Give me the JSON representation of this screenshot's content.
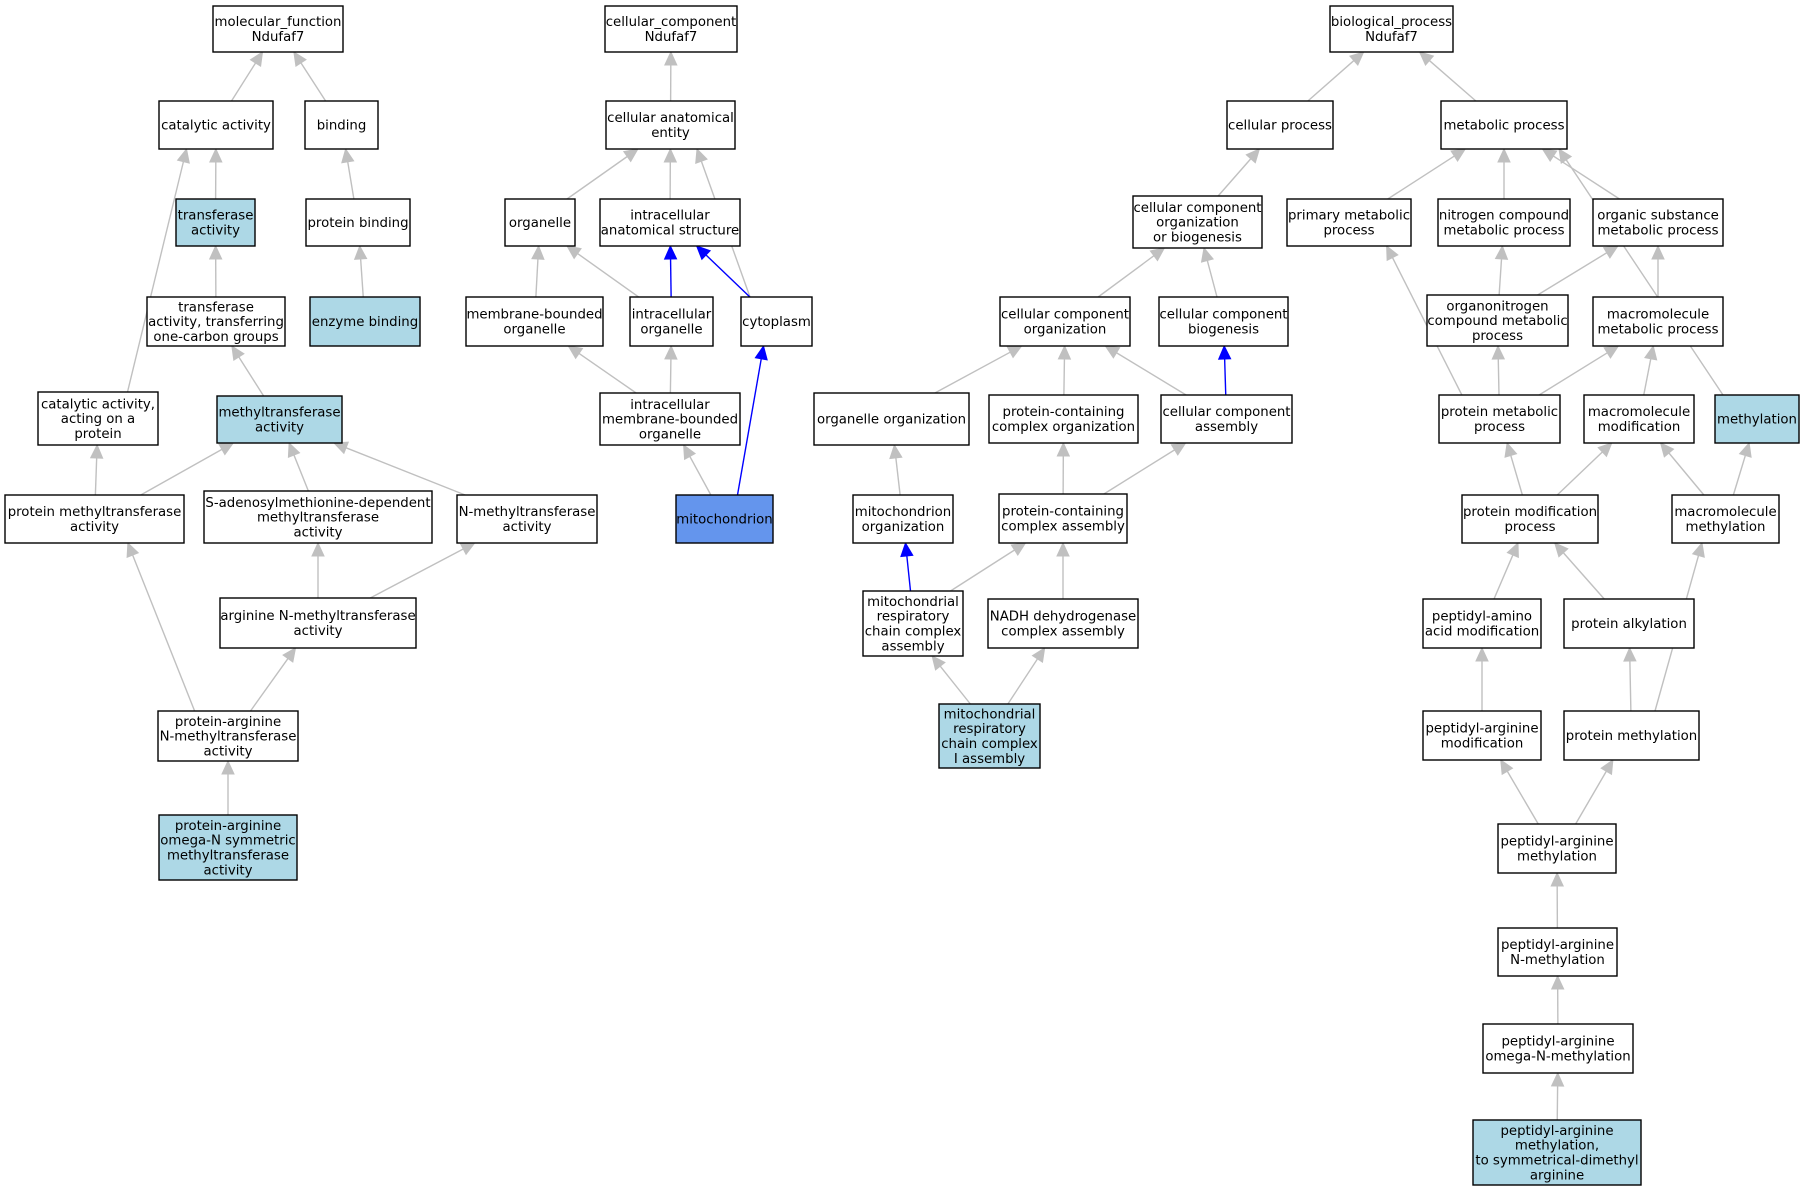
{
  "colors": {
    "edge_gray": "#c0c0c0",
    "edge_blue": "#0000ff",
    "node_default": "#ffffff",
    "node_highlight": "#add8e6",
    "node_focus": "#6495ed"
  },
  "nodes": [
    {
      "id": "mf_root",
      "lines": [
        "molecular_function",
        "Ndufaf7"
      ],
      "fill": "white"
    },
    {
      "id": "catalytic",
      "lines": [
        "catalytic activity"
      ],
      "fill": "white"
    },
    {
      "id": "binding",
      "lines": [
        "binding"
      ],
      "fill": "white"
    },
    {
      "id": "transferase",
      "lines": [
        "transferase",
        "activity"
      ],
      "fill": "highlight"
    },
    {
      "id": "protein_binding",
      "lines": [
        "protein binding"
      ],
      "fill": "white"
    },
    {
      "id": "transferase_1c",
      "lines": [
        "transferase",
        "activity, transferring",
        "one-carbon groups"
      ],
      "fill": "white"
    },
    {
      "id": "enzyme_binding",
      "lines": [
        "enzyme binding"
      ],
      "fill": "highlight"
    },
    {
      "id": "catalytic_protein",
      "lines": [
        "catalytic activity,",
        "acting on a",
        "protein"
      ],
      "fill": "white"
    },
    {
      "id": "methyltransferase",
      "lines": [
        "methyltransferase",
        "activity"
      ],
      "fill": "highlight"
    },
    {
      "id": "protein_mt",
      "lines": [
        "protein methyltransferase",
        "activity"
      ],
      "fill": "white"
    },
    {
      "id": "sam_mt",
      "lines": [
        "S-adenosylmethionine-dependent",
        "methyltransferase",
        "activity"
      ],
      "fill": "white"
    },
    {
      "id": "n_mt",
      "lines": [
        "N-methyltransferase",
        "activity"
      ],
      "fill": "white"
    },
    {
      "id": "arg_nmt",
      "lines": [
        "arginine N-methyltransferase",
        "activity"
      ],
      "fill": "white"
    },
    {
      "id": "prot_arg_nmt",
      "lines": [
        "protein-arginine",
        "N-methyltransferase",
        "activity"
      ],
      "fill": "white"
    },
    {
      "id": "prot_arg_omega",
      "lines": [
        "protein-arginine",
        "omega-N symmetric",
        "methyltransferase",
        "activity"
      ],
      "fill": "highlight"
    },
    {
      "id": "cc_root",
      "lines": [
        "cellular_component",
        "Ndufaf7"
      ],
      "fill": "white"
    },
    {
      "id": "cell_anat",
      "lines": [
        "cellular anatomical",
        "entity"
      ],
      "fill": "white"
    },
    {
      "id": "organelle",
      "lines": [
        "organelle"
      ],
      "fill": "white"
    },
    {
      "id": "intra_anat",
      "lines": [
        "intracellular",
        "anatomical structure"
      ],
      "fill": "white"
    },
    {
      "id": "mem_org",
      "lines": [
        "membrane-bounded",
        "organelle"
      ],
      "fill": "white"
    },
    {
      "id": "intra_org",
      "lines": [
        "intracellular",
        "organelle"
      ],
      "fill": "white"
    },
    {
      "id": "cytoplasm",
      "lines": [
        "cytoplasm"
      ],
      "fill": "white"
    },
    {
      "id": "intra_mem_org",
      "lines": [
        "intracellular",
        "membrane-bounded",
        "organelle"
      ],
      "fill": "white"
    },
    {
      "id": "mitochondrion",
      "lines": [
        "mitochondrion"
      ],
      "fill": "focus"
    },
    {
      "id": "bp_root",
      "lines": [
        "biological_process",
        "Ndufaf7"
      ],
      "fill": "white"
    },
    {
      "id": "cell_proc",
      "lines": [
        "cellular process"
      ],
      "fill": "white"
    },
    {
      "id": "metab_proc",
      "lines": [
        "metabolic process"
      ],
      "fill": "white"
    },
    {
      "id": "ccob",
      "lines": [
        "cellular component",
        "organization",
        "or biogenesis"
      ],
      "fill": "white"
    },
    {
      "id": "primary_metab",
      "lines": [
        "primary metabolic",
        "process"
      ],
      "fill": "white"
    },
    {
      "id": "nitrogen_metab",
      "lines": [
        "nitrogen compound",
        "metabolic process"
      ],
      "fill": "white"
    },
    {
      "id": "organic_metab",
      "lines": [
        "organic substance",
        "metabolic process"
      ],
      "fill": "white"
    },
    {
      "id": "cc_org",
      "lines": [
        "cellular component",
        "organization"
      ],
      "fill": "white"
    },
    {
      "id": "cc_biog",
      "lines": [
        "cellular component",
        "biogenesis"
      ],
      "fill": "white"
    },
    {
      "id": "orgn_metab",
      "lines": [
        "organonitrogen",
        "compound metabolic",
        "process"
      ],
      "fill": "white"
    },
    {
      "id": "macro_metab",
      "lines": [
        "macromolecule",
        "metabolic process"
      ],
      "fill": "white"
    },
    {
      "id": "organelle_org",
      "lines": [
        "organelle organization"
      ],
      "fill": "white"
    },
    {
      "id": "pcc_org",
      "lines": [
        "protein-containing",
        "complex organization"
      ],
      "fill": "white"
    },
    {
      "id": "cc_assembly",
      "lines": [
        "cellular component",
        "assembly"
      ],
      "fill": "white"
    },
    {
      "id": "prot_metab",
      "lines": [
        "protein metabolic",
        "process"
      ],
      "fill": "white"
    },
    {
      "id": "macro_mod",
      "lines": [
        "macromolecule",
        "modification"
      ],
      "fill": "white"
    },
    {
      "id": "methylation",
      "lines": [
        "methylation"
      ],
      "fill": "highlight"
    },
    {
      "id": "mito_org",
      "lines": [
        "mitochondrion",
        "organization"
      ],
      "fill": "white"
    },
    {
      "id": "pcc_assembly",
      "lines": [
        "protein-containing",
        "complex assembly"
      ],
      "fill": "white"
    },
    {
      "id": "prot_mod",
      "lines": [
        "protein modification",
        "process"
      ],
      "fill": "white"
    },
    {
      "id": "macro_meth",
      "lines": [
        "macromolecule",
        "methylation"
      ],
      "fill": "white"
    },
    {
      "id": "mrcca",
      "lines": [
        "mitochondrial",
        "respiratory",
        "chain complex",
        "assembly"
      ],
      "fill": "white"
    },
    {
      "id": "nadh",
      "lines": [
        "NADH dehydrogenase",
        "complex assembly"
      ],
      "fill": "white"
    },
    {
      "id": "peptidyl_aa",
      "lines": [
        "peptidyl-amino",
        "acid modification"
      ],
      "fill": "white"
    },
    {
      "id": "prot_alk",
      "lines": [
        "protein alkylation"
      ],
      "fill": "white"
    },
    {
      "id": "mrcc1",
      "lines": [
        "mitochondrial",
        "respiratory",
        "chain complex",
        "I assembly"
      ],
      "fill": "highlight"
    },
    {
      "id": "pep_arg_mod",
      "lines": [
        "peptidyl-arginine",
        "modification"
      ],
      "fill": "white"
    },
    {
      "id": "prot_meth",
      "lines": [
        "protein methylation"
      ],
      "fill": "white"
    },
    {
      "id": "pep_arg_meth",
      "lines": [
        "peptidyl-arginine",
        "methylation"
      ],
      "fill": "white"
    },
    {
      "id": "pep_arg_nmeth",
      "lines": [
        "peptidyl-arginine",
        "N-methylation"
      ],
      "fill": "white"
    },
    {
      "id": "pep_arg_omega",
      "lines": [
        "peptidyl-arginine",
        "omega-N-methylation"
      ],
      "fill": "white"
    },
    {
      "id": "pep_arg_sym",
      "lines": [
        "peptidyl-arginine",
        "methylation,",
        "to symmetrical-dimethyl",
        "arginine"
      ],
      "fill": "highlight"
    }
  ],
  "edges": [
    {
      "from": "catalytic",
      "to": "mf_root",
      "color": "gray"
    },
    {
      "from": "binding",
      "to": "mf_root",
      "color": "gray"
    },
    {
      "from": "transferase",
      "to": "catalytic",
      "color": "gray"
    },
    {
      "from": "protein_binding",
      "to": "binding",
      "color": "gray"
    },
    {
      "from": "transferase_1c",
      "to": "transferase",
      "color": "gray"
    },
    {
      "from": "enzyme_binding",
      "to": "protein_binding",
      "color": "gray"
    },
    {
      "from": "catalytic_protein",
      "to": "catalytic",
      "color": "gray"
    },
    {
      "from": "methyltransferase",
      "to": "transferase_1c",
      "color": "gray"
    },
    {
      "from": "protein_mt",
      "to": "catalytic_protein",
      "color": "gray"
    },
    {
      "from": "protein_mt",
      "to": "methyltransferase",
      "color": "gray"
    },
    {
      "from": "sam_mt",
      "to": "methyltransferase",
      "color": "gray"
    },
    {
      "from": "n_mt",
      "to": "methyltransferase",
      "color": "gray"
    },
    {
      "from": "arg_nmt",
      "to": "sam_mt",
      "color": "gray"
    },
    {
      "from": "arg_nmt",
      "to": "n_mt",
      "color": "gray"
    },
    {
      "from": "prot_arg_nmt",
      "to": "protein_mt",
      "color": "gray"
    },
    {
      "from": "prot_arg_nmt",
      "to": "arg_nmt",
      "color": "gray"
    },
    {
      "from": "prot_arg_omega",
      "to": "prot_arg_nmt",
      "color": "gray"
    },
    {
      "from": "cell_anat",
      "to": "cc_root",
      "color": "gray"
    },
    {
      "from": "organelle",
      "to": "cell_anat",
      "color": "gray"
    },
    {
      "from": "intra_anat",
      "to": "cell_anat",
      "color": "gray"
    },
    {
      "from": "cytoplasm",
      "to": "cell_anat",
      "color": "gray"
    },
    {
      "from": "mem_org",
      "to": "organelle",
      "color": "gray"
    },
    {
      "from": "intra_org",
      "to": "organelle",
      "color": "gray"
    },
    {
      "from": "intra_org",
      "to": "intra_anat",
      "color": "blue"
    },
    {
      "from": "cytoplasm",
      "to": "intra_anat",
      "color": "blue"
    },
    {
      "from": "intra_mem_org",
      "to": "mem_org",
      "color": "gray"
    },
    {
      "from": "intra_mem_org",
      "to": "intra_org",
      "color": "gray"
    },
    {
      "from": "mitochondrion",
      "to": "intra_mem_org",
      "color": "gray"
    },
    {
      "from": "mitochondrion",
      "to": "cytoplasm",
      "color": "blue"
    },
    {
      "from": "cell_proc",
      "to": "bp_root",
      "color": "gray"
    },
    {
      "from": "metab_proc",
      "to": "bp_root",
      "color": "gray"
    },
    {
      "from": "ccob",
      "to": "cell_proc",
      "color": "gray"
    },
    {
      "from": "primary_metab",
      "to": "metab_proc",
      "color": "gray"
    },
    {
      "from": "nitrogen_metab",
      "to": "metab_proc",
      "color": "gray"
    },
    {
      "from": "organic_metab",
      "to": "metab_proc",
      "color": "gray"
    },
    {
      "from": "methylation",
      "to": "metab_proc",
      "color": "gray"
    },
    {
      "from": "cc_org",
      "to": "ccob",
      "color": "gray"
    },
    {
      "from": "cc_biog",
      "to": "ccob",
      "color": "gray"
    },
    {
      "from": "orgn_metab",
      "to": "nitrogen_metab",
      "color": "gray"
    },
    {
      "from": "orgn_metab",
      "to": "organic_metab",
      "color": "gray"
    },
    {
      "from": "macro_metab",
      "to": "organic_metab",
      "color": "gray"
    },
    {
      "from": "organelle_org",
      "to": "cc_org",
      "color": "gray"
    },
    {
      "from": "pcc_org",
      "to": "cc_org",
      "color": "gray"
    },
    {
      "from": "cc_assembly",
      "to": "cc_org",
      "color": "gray"
    },
    {
      "from": "cc_assembly",
      "to": "cc_biog",
      "color": "blue"
    },
    {
      "from": "prot_metab",
      "to": "primary_metab",
      "color": "gray"
    },
    {
      "from": "prot_metab",
      "to": "orgn_metab",
      "color": "gray"
    },
    {
      "from": "prot_metab",
      "to": "macro_metab",
      "color": "gray"
    },
    {
      "from": "macro_mod",
      "to": "macro_metab",
      "color": "gray"
    },
    {
      "from": "mito_org",
      "to": "organelle_org",
      "color": "gray"
    },
    {
      "from": "pcc_assembly",
      "to": "pcc_org",
      "color": "gray"
    },
    {
      "from": "pcc_assembly",
      "to": "cc_assembly",
      "color": "gray"
    },
    {
      "from": "prot_mod",
      "to": "prot_metab",
      "color": "gray"
    },
    {
      "from": "prot_mod",
      "to": "macro_mod",
      "color": "gray"
    },
    {
      "from": "macro_meth",
      "to": "macro_mod",
      "color": "gray"
    },
    {
      "from": "macro_meth",
      "to": "methylation",
      "color": "gray"
    },
    {
      "from": "mrcca",
      "to": "mito_org",
      "color": "blue"
    },
    {
      "from": "mrcca",
      "to": "pcc_assembly",
      "color": "gray"
    },
    {
      "from": "nadh",
      "to": "pcc_assembly",
      "color": "gray"
    },
    {
      "from": "peptidyl_aa",
      "to": "prot_mod",
      "color": "gray"
    },
    {
      "from": "prot_alk",
      "to": "prot_mod",
      "color": "gray"
    },
    {
      "from": "mrcc1",
      "to": "mrcca",
      "color": "gray"
    },
    {
      "from": "mrcc1",
      "to": "nadh",
      "color": "gray"
    },
    {
      "from": "pep_arg_mod",
      "to": "peptidyl_aa",
      "color": "gray"
    },
    {
      "from": "prot_meth",
      "to": "prot_alk",
      "color": "gray"
    },
    {
      "from": "prot_meth",
      "to": "macro_meth",
      "color": "gray"
    },
    {
      "from": "pep_arg_meth",
      "to": "pep_arg_mod",
      "color": "gray"
    },
    {
      "from": "pep_arg_meth",
      "to": "prot_meth",
      "color": "gray"
    },
    {
      "from": "pep_arg_nmeth",
      "to": "pep_arg_meth",
      "color": "gray"
    },
    {
      "from": "pep_arg_omega",
      "to": "pep_arg_nmeth",
      "color": "gray"
    },
    {
      "from": "pep_arg_sym",
      "to": "pep_arg_omega",
      "color": "gray"
    }
  ]
}
